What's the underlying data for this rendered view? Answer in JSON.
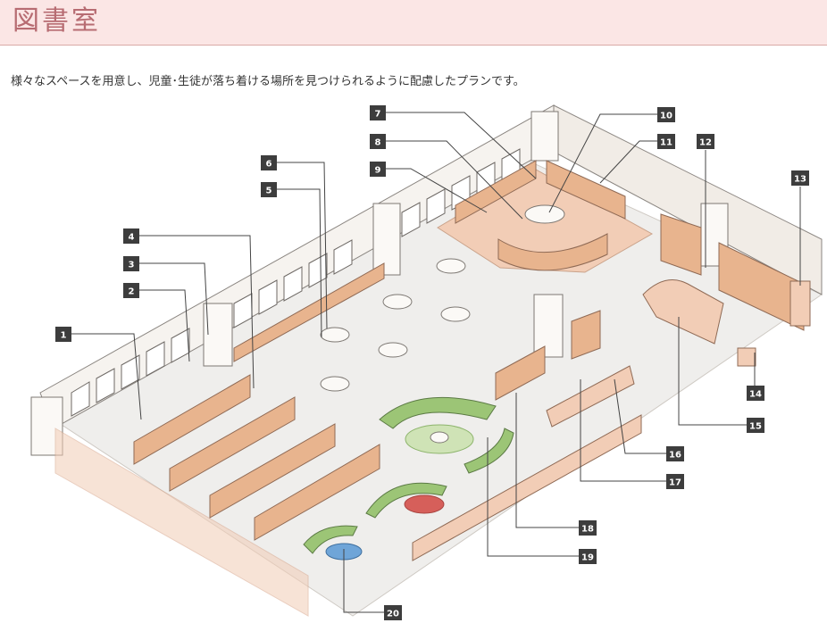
{
  "header": {
    "title": "図書室",
    "subtitle": "様々なスペースを用意し、児童･生徒が落ち着ける場所を見つけられるように配慮したプランです。"
  },
  "colors": {
    "header_bg": "#fbe6e5",
    "title": "#b76c72",
    "floor": "#efeeec",
    "wall": "#f6f3ef",
    "bookshelf": "#e8b48e",
    "carpet_area": "#f2cdb6",
    "seat_green": "#9cc576",
    "badge": "#3d3d3d"
  },
  "callouts": [
    {
      "label": "1"
    },
    {
      "label": "2"
    },
    {
      "label": "3"
    },
    {
      "label": "4"
    },
    {
      "label": "5"
    },
    {
      "label": "6"
    },
    {
      "label": "7"
    },
    {
      "label": "8"
    },
    {
      "label": "9"
    },
    {
      "label": "10"
    },
    {
      "label": "11"
    },
    {
      "label": "12"
    },
    {
      "label": "13"
    },
    {
      "label": "14"
    },
    {
      "label": "15"
    },
    {
      "label": "16"
    },
    {
      "label": "17"
    },
    {
      "label": "18"
    },
    {
      "label": "19"
    },
    {
      "label": "20"
    }
  ]
}
